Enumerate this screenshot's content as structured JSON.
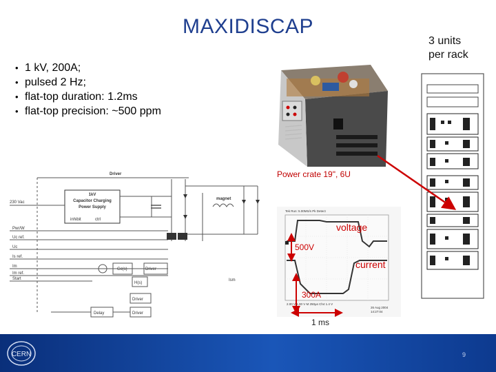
{
  "slide": {
    "title": "MAXIDISCAP",
    "units_note": [
      "3 units",
      "per rack"
    ],
    "bullets": [
      "1 kV, 200A;",
      "pulsed 2 Hz;",
      "flat-top duration: 1.2ms",
      "flat-top precision: ~500 ppm"
    ],
    "page_number": "9"
  },
  "photo": {
    "caption": "Power crate 19\", 6U"
  },
  "schematic": {
    "supply_label": [
      "1kV",
      "Capacitor Charging",
      "Power Supply"
    ],
    "input_label": "230 Vac",
    "magnet_label": "magnet",
    "driver_label": "Driver",
    "delay_label": "Delay",
    "inhibit_label": "inhibit",
    "ctrl_label": "ctrl",
    "gc_label": "Gc(s)",
    "h_label": "H(s)",
    "ism_label": "Ism",
    "signals": [
      "Pwr/W",
      "Uc ref.",
      "Uc",
      "Is ref.",
      "Im",
      "Im ref.",
      "Start"
    ]
  },
  "scope": {
    "header": "Tek Run: 5.00MS/s   Pk Detect",
    "voltage_label": "voltage",
    "current_label": "current",
    "v_scale": "500V",
    "i_scale": "300A",
    "time_scale": "1 ms",
    "readout": "2.00 V   1.00 V   M 250µs  Ch4  1.4 V",
    "date": "26 Aug 2004",
    "clock": "14:27:04"
  },
  "colors": {
    "title": "#1f3f8f",
    "annotation": "#cc0000",
    "footer": "#1a56b8"
  },
  "footer": {
    "logo": "CERN"
  }
}
